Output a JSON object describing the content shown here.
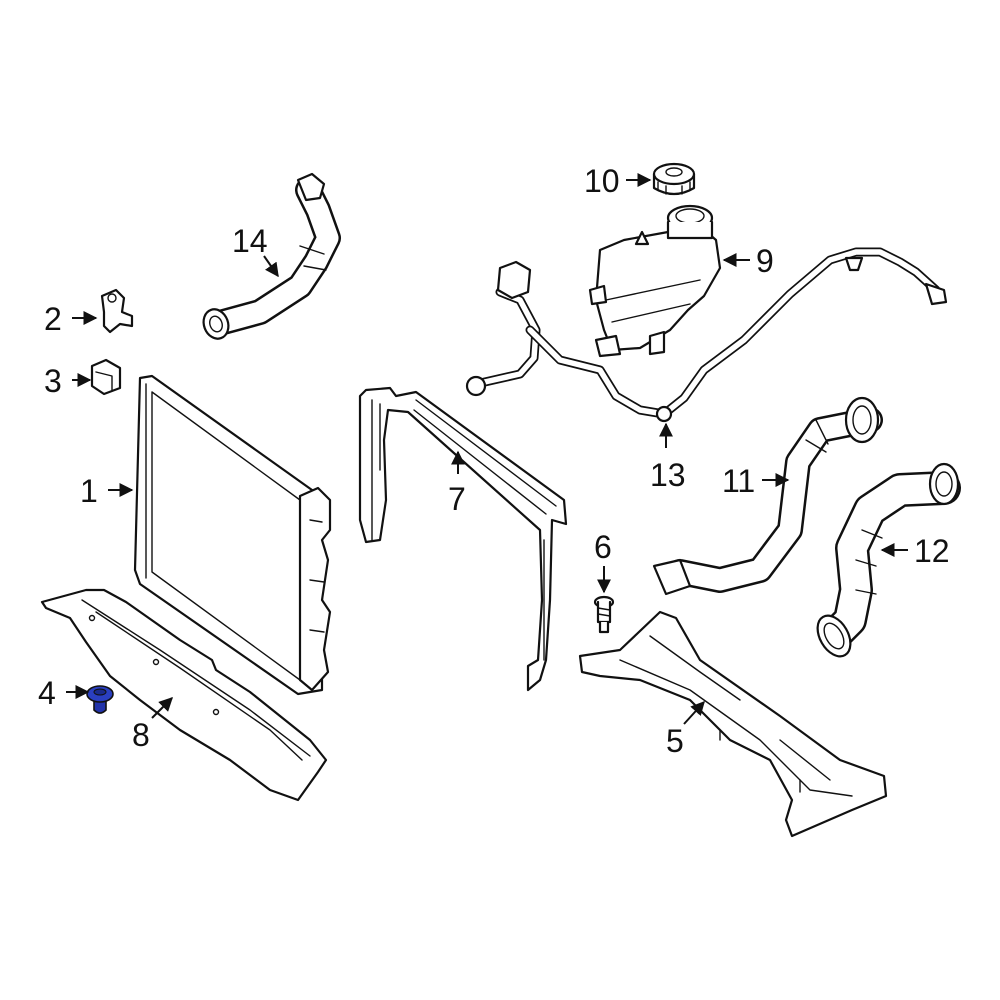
{
  "diagram": {
    "highlight_color": "#2233aa",
    "callouts": [
      {
        "id": "1",
        "label": "1"
      },
      {
        "id": "2",
        "label": "2"
      },
      {
        "id": "3",
        "label": "3"
      },
      {
        "id": "4",
        "label": "4"
      },
      {
        "id": "5",
        "label": "5"
      },
      {
        "id": "6",
        "label": "6"
      },
      {
        "id": "7",
        "label": "7"
      },
      {
        "id": "8",
        "label": "8"
      },
      {
        "id": "9",
        "label": "9"
      },
      {
        "id": "10",
        "label": "10"
      },
      {
        "id": "11",
        "label": "11"
      },
      {
        "id": "12",
        "label": "12"
      },
      {
        "id": "13",
        "label": "13"
      },
      {
        "id": "14",
        "label": "14"
      }
    ]
  }
}
